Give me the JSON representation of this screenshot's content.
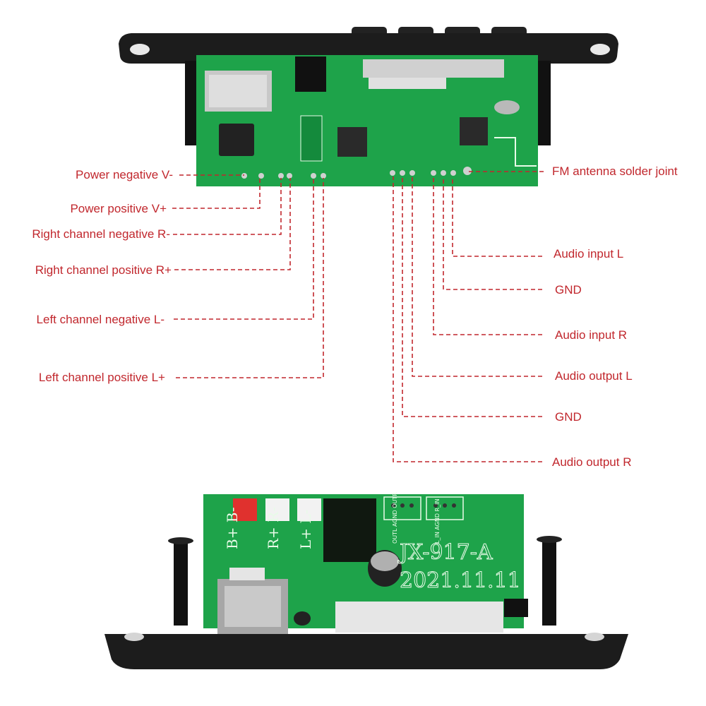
{
  "colors": {
    "label_text": "#c1272d",
    "leader_line": "#c1272d",
    "pcb_green": "#1ea34a",
    "case_black": "#1c1c1c",
    "silkscreen": "#e8fbe8"
  },
  "labels": {
    "power_negative": "Power negative V-",
    "power_positive": "Power positive V+",
    "right_neg": "Right channel negative R-",
    "right_pos": "Right channel positive R+",
    "left_neg": "Left channel negative L-",
    "left_pos": "Left channel positive L+",
    "fm_antenna": "FM antenna solder joint",
    "audio_in_l": "Audio input L",
    "gnd_1": "GND",
    "audio_in_r": "Audio input R",
    "audio_out_l": "Audio output L",
    "gnd_2": "GND",
    "audio_out_r": "Audio output R"
  },
  "board_markings": {
    "model": "JX-917-A",
    "date": "2021.11.11",
    "batt_pins": "B+ B-",
    "right_pins": "R+ R-",
    "left_pins": "L+ L-",
    "con_labels_1": "OUTL AGND OUTR",
    "con_labels_2": "L_IN AGND R_IN"
  }
}
